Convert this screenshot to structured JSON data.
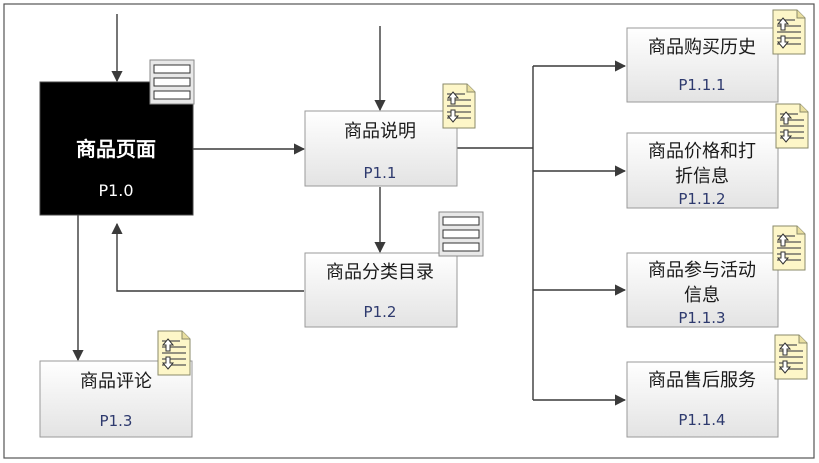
{
  "nodes": {
    "root": {
      "title": "商品页面",
      "id": "P1.0"
    },
    "desc": {
      "title": "商品说明",
      "id": "P1.1"
    },
    "catalog": {
      "title": "商品分类目录",
      "id": "P1.2"
    },
    "review": {
      "title": "商品评论",
      "id": "P1.3"
    },
    "history": {
      "title": "商品购买历史",
      "id": "P1.1.1"
    },
    "price": {
      "title_line1": "商品价格和打",
      "title_line2": "折信息",
      "id": "P1.1.2"
    },
    "activity": {
      "title_line1": "商品参与活动",
      "title_line2": "信息",
      "id": "P1.1.3"
    },
    "service": {
      "title": "商品售后服务",
      "id": "P1.1.4"
    }
  },
  "icons": {
    "document": "document-updown-icon",
    "form": "form-list-icon"
  },
  "colors": {
    "root_fill": "#000000",
    "box_top": "#ffffff",
    "box_bottom": "#e4e4e4",
    "box_stroke": "#9a9a9a",
    "icon_fill": "#fdf6c8"
  }
}
